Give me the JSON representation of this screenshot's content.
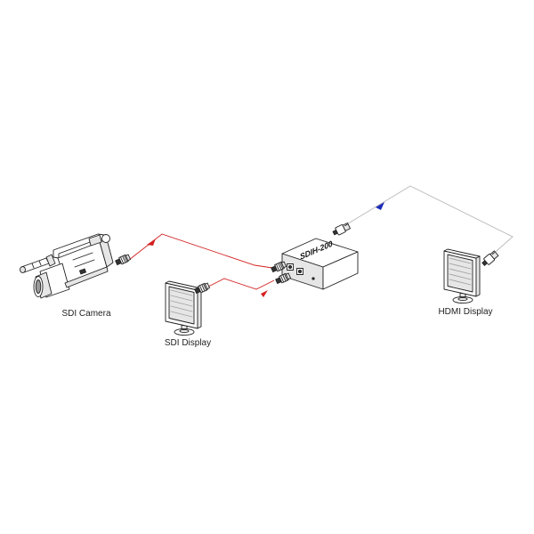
{
  "labels": {
    "sdi_camera": "SDI Camera",
    "sdi_display": "SDI Display",
    "hdmi_display": "HDMI Display",
    "converter_model": "SDIH-200"
  },
  "colors": {
    "sdi_signal": "#d42020",
    "hdmi_signal": "#1a2ab8",
    "cable": "#b9b9b9",
    "outline": "#222222"
  },
  "icons": {
    "camera": "camcorder-icon",
    "sdi_monitor": "lcd-monitor-icon",
    "hdmi_monitor": "lcd-monitor-icon",
    "converter": "converter-box-icon",
    "bnc": "bnc-connector-icon",
    "hdmi": "hdmi-connector-icon"
  }
}
